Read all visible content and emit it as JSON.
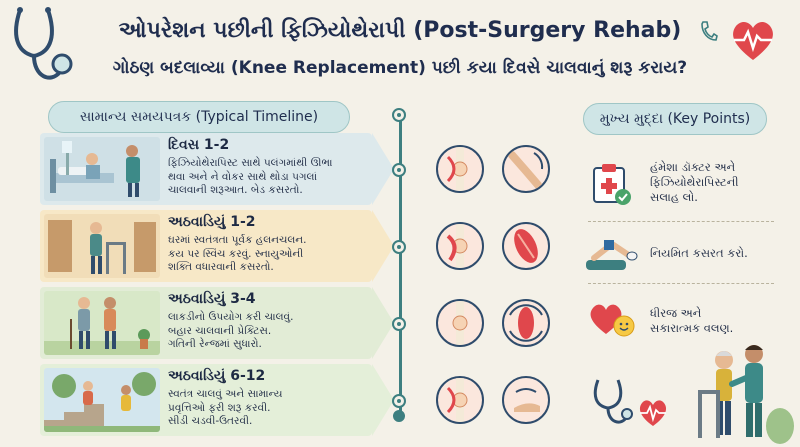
{
  "title": "ઓપરેશન પછીની ફિઝિયોથેરાપી (Post-Surgery Rehab)",
  "subtitle": "ગોઠણ બદલાવ્યા (Knee Replacement) પછી કયા દિવસે ચાલવાનું શરૂ કરાય?",
  "timeline": {
    "heading": "સામાન્ય સમયપત્રક (Typical Timeline)",
    "stages": [
      {
        "title": "દિવસ 1-2",
        "lines": [
          "ફિઝિયોથેરાપિસ્ટ સાથે પલંગમાંથી ઊભા",
          "થવા અને ને વોકર સાથે થોડા પગલાં",
          "ચાલવાની શરૂઆત. બેડ કસરતો."
        ],
        "color": "#dde9ec"
      },
      {
        "title": "અઠવાડિયું 1-2",
        "lines": [
          "ઘરમાં સ્વતંત્રતા પૂર્વક હલનચલન.",
          "કય પર સ્વિંચ કરવું. સ્નાયુઓની",
          "શક્તિ વધારવાની કસરતો."
        ],
        "color": "#f7e8c7"
      },
      {
        "title": "અઠવાડિયું 3-4",
        "lines": [
          "લાકડીનો ઉપયોગ કરી ચાલવું.",
          "બહાર ચાલવાની પ્રેક્ટિસ.",
          "ગતિની રેન્જમાં સુધારો."
        ],
        "color": "#e2ecd6"
      },
      {
        "title": "અઠવાડિયું 6-12",
        "lines": [
          "સ્વતંત્ર ચાલવું અને સામાન્ય",
          "પ્રવૃત્તિઓ ફરી શરૂ કરવી.",
          "સીડી ચડવી-ઉતરવી."
        ],
        "color": "#e4efd9"
      }
    ]
  },
  "key_points": {
    "heading": "મુખ્ય મુદ્દા (Key Points)",
    "items": [
      {
        "icon": "medical-clipboard-icon",
        "lines": [
          "હંમેશા ડૉક્ટર અને",
          "ફિઝિયોથેરાપિસ્ટની",
          "સલાહ લો."
        ]
      },
      {
        "icon": "leg-exercise-icon",
        "lines": [
          "નિયમિત કસરત કરો."
        ]
      },
      {
        "icon": "heart-smile-icon",
        "lines": [
          "ધીરજ અને",
          "સકારાત્મક વલણ."
        ]
      }
    ]
  },
  "colors": {
    "accent": "#3d7f80",
    "navy": "#1f2d4e",
    "heart": "#e0474c"
  }
}
